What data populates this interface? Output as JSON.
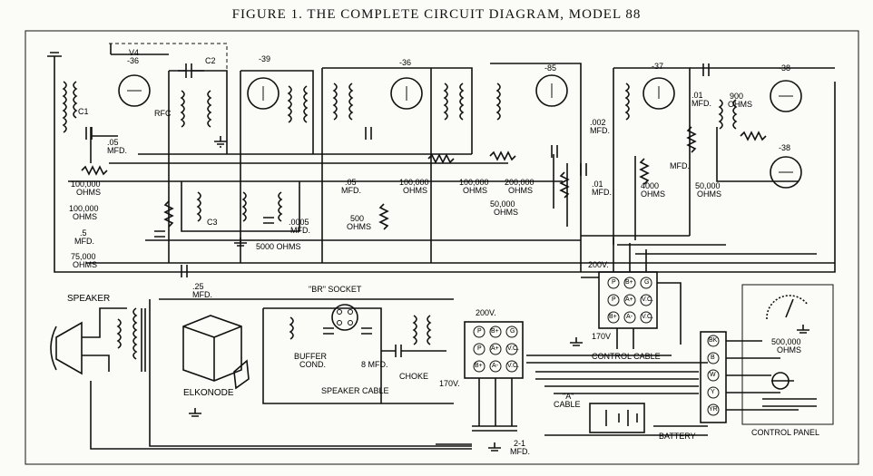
{
  "title": "FIGURE 1.  THE COMPLETE CIRCUIT DIAGRAM, MODEL 88",
  "tubes": [
    "V4",
    "-36",
    "-39",
    "-36",
    "-85",
    "-37",
    "-38",
    "-38"
  ],
  "components": {
    "c1": "C1",
    "c2": "C2",
    "c3": "C3",
    "rfc": "RFC",
    "cap05a": ".05",
    "mfd_a": "MFD.",
    "r100k_a": "100,000",
    "ohms_a": "OHMS",
    "r100k_b": "100,000",
    "ohms_b": "OHMS",
    "cap5": ".5",
    "mfd_b": "MFD.",
    "r75k": "75,000",
    "ohms_c": "OHMS",
    "cap25": ".25",
    "mfd_c": "MFD.",
    "r5000": "5000 OHMS",
    "cap0005": ".0005",
    "mfd_d": "MFD.",
    "cap05b": ".05",
    "mfd_e": "MFD.",
    "r500": "500",
    "ohms_d": "OHMS",
    "r100k_c": "100,000",
    "ohms_e": "OHMS",
    "r100k_d": "100,000",
    "ohms_f": "OHMS",
    "r200k": "200,000",
    "ohms_g": "OHMS",
    "r50k": "50,000",
    "ohms_h": "OHMS",
    "cap002": ".002",
    "mfd_f": "MFD.",
    "cap01a": ".01",
    "mfd_g": "MFD.",
    "r4000": "4000",
    "ohms_i": "OHMS",
    "mfd_v": "MFD.",
    "cap01b": ".01",
    "mfd_h": "MFD.",
    "r50k_b": "50,000",
    "ohms_j": "OHMS",
    "r900": "900",
    "ohms_k": "OHMS"
  },
  "lower": {
    "speaker": "SPEAKER",
    "elkonode": "ELKONODE",
    "br_socket": "\"BR\" SOCKET",
    "buffer": "BUFFER",
    "cond": "COND.",
    "mfd8": "8 MFD.",
    "choke": "CHOKE",
    "speaker_cable": "SPEAKER CABLE",
    "v200a": "200V.",
    "v170a": "170V.",
    "v200b": "200V.",
    "v170b": "170V",
    "control_cable": "CONTROL CABLE",
    "a_cable_1": "\"A\"",
    "a_cable_2": "CABLE",
    "battery": "BATTERY",
    "cap21_1": "2-1",
    "cap21_2": "MFD.",
    "r500k": "500,000",
    "ohms_l": "OHMS",
    "control_panel": "CONTROL PANEL",
    "pins": [
      "P",
      "B+",
      "G",
      "P",
      "A+",
      "V.C.",
      "B+",
      "A-",
      "V.C."
    ],
    "panel_terms": [
      "BK",
      "B",
      "W",
      "Y",
      "YR"
    ]
  }
}
